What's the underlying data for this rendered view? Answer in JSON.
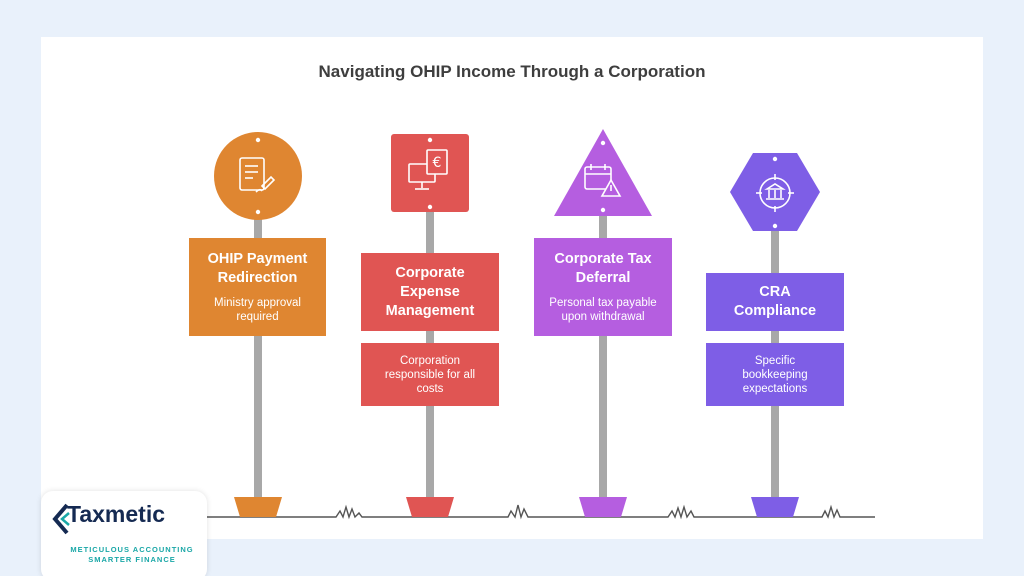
{
  "title": "Navigating OHIP Income Through a Corporation",
  "colors": {
    "orange": "#df8631",
    "red": "#e05553",
    "purple": "#b55ee0",
    "violet": "#7e5ee6",
    "pole": "#a8a8a8",
    "ground": "#555555"
  },
  "items": [
    {
      "heading": "OHIP Payment Redirection",
      "detail": "Ministry approval required",
      "icon": "document-signature-icon",
      "shape": "circle"
    },
    {
      "heading": "Corporate Expense Management",
      "detail": "Corporation responsible for all costs",
      "icon": "euro-monitor-icon",
      "shape": "square"
    },
    {
      "heading": "Corporate Tax Deferral",
      "detail": "Personal tax payable upon withdrawal",
      "icon": "calendar-warning-icon",
      "shape": "triangle"
    },
    {
      "heading": "CRA Compliance",
      "detail": "Specific bookkeeping expectations",
      "icon": "bank-target-icon",
      "shape": "hexagon"
    }
  ],
  "logo": {
    "name": "Taxmetic",
    "tagline1": "METICULOUS ACCOUNTING",
    "tagline2": "SMARTER FINANCE"
  }
}
